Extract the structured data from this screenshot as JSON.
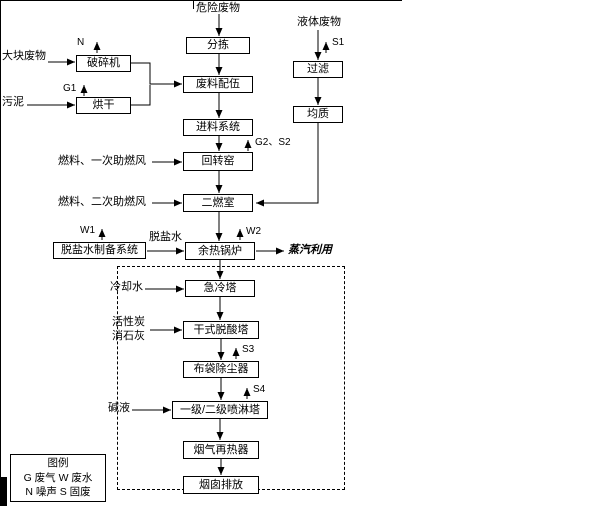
{
  "diagram": {
    "boxes": {
      "sorting": "分拣",
      "blending": "废料配伍",
      "feeding": "进料系统",
      "rotary_kiln": "回转窑",
      "secondary_chamber": "二燃室",
      "waste_heat_boiler": "余热锅炉",
      "quench_tower": "急冷塔",
      "dry_deacid_tower": "干式脱酸塔",
      "bag_filter": "布袋除尘器",
      "spray_tower": "一级/二级喷淋塔",
      "gas_reheater": "烟气再热器",
      "stack_discharge": "烟囱排放",
      "crusher": "破碎机",
      "dryer": "烘干",
      "demin_water_system": "脱盐水制备系统",
      "filtration": "过滤",
      "homogenization": "均质"
    },
    "labels": {
      "hazardous_waste": "危险废物",
      "liquid_waste": "液体废物",
      "bulk_waste": "大块废物",
      "sludge": "污泥",
      "fuel_primary_air": "燃料、一次助燃风",
      "fuel_secondary_air": "燃料、二次助燃风",
      "demin_water": "脱盐水",
      "steam_utilization": "蒸汽利用",
      "cooling_water": "冷却水",
      "activated_carbon": "活性炭",
      "slaked_lime": "消石灰",
      "alkali_liquor": "碱液"
    },
    "emissions": {
      "n": "N",
      "g1": "G1",
      "s1": "S1",
      "g2_s2": "G2、S2",
      "w1": "W1",
      "w2": "W2",
      "s3": "S3",
      "s4": "S4"
    },
    "legend": {
      "title": "图例",
      "line1": "G 废气 W 废水",
      "line2": "N 噪声 S 固废"
    },
    "colors": {
      "line": "#000000",
      "background": "#ffffff"
    }
  }
}
